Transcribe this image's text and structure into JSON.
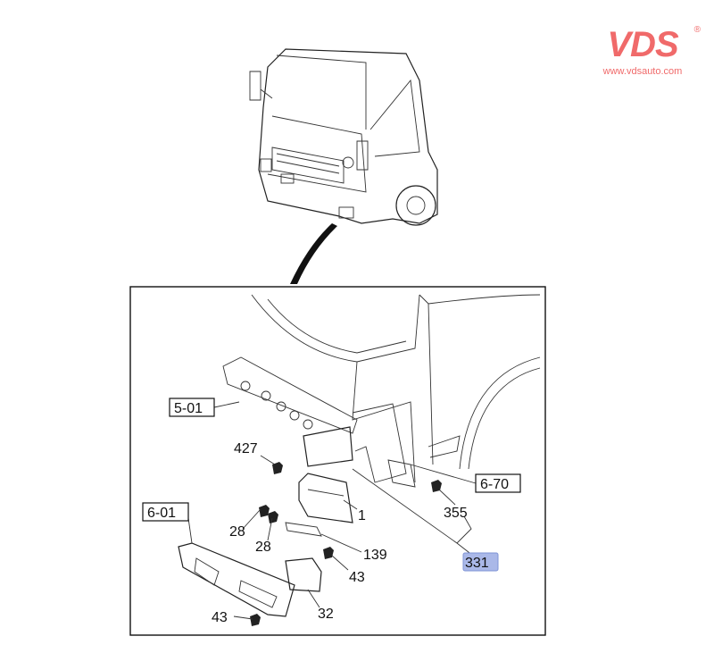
{
  "logo": {
    "brand": "VDS",
    "registered": "®",
    "url": "www.vdsauto.com",
    "color": "#f06a6a"
  },
  "callouts": {
    "ref_5_01": "5-01",
    "ref_6_01": "6-01",
    "ref_6_70": "6-70",
    "p427": "427",
    "p28a": "28",
    "p28b": "28",
    "p1": "1",
    "p139": "139",
    "p43a": "43",
    "p32": "32",
    "p43b": "43",
    "p355": "355",
    "p331": "331"
  },
  "highlight_color": "#aab8e8"
}
